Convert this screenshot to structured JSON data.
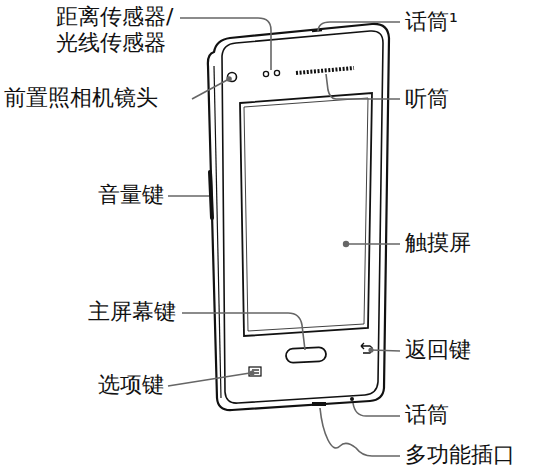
{
  "diagram": {
    "labels": [
      "距离传感器/ 光线传感器",
      "话筒¹",
      "前置照相机镜头",
      "听筒",
      "音量键",
      "触摸屏",
      "主屏幕键",
      "返回键",
      "选项键",
      "话筒",
      "多功能插口"
    ]
  }
}
